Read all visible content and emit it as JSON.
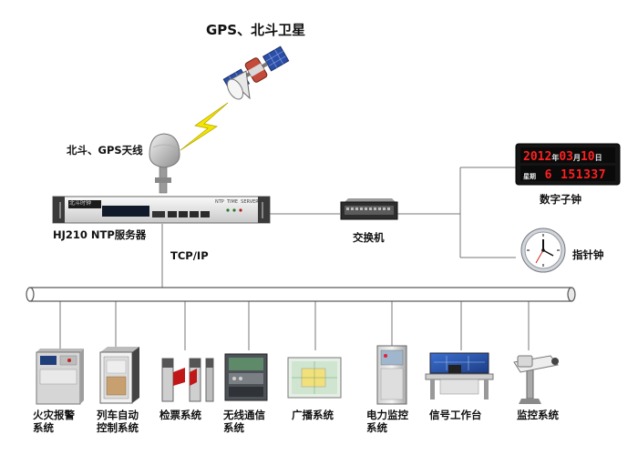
{
  "labels": {
    "satellite": "GPS、北斗卫星",
    "antenna": "北斗、GPS天线",
    "server": "HJ210 NTP服务器",
    "protocol": "TCP/IP",
    "switch": "交换机",
    "digital_clock": "数字子钟",
    "analog_clock": "指针钟"
  },
  "clock_display": {
    "date_digits": [
      "2012",
      "03",
      "10"
    ],
    "date_units": [
      "年",
      "月",
      "日"
    ],
    "weekday_label": "星期",
    "weekday_digit": "6",
    "time": "151337"
  },
  "server_panel": {
    "brand": "北斗时钟",
    "text": "NTP  TIME  SERVER"
  },
  "subsystems": [
    {
      "line1": "火灾报警",
      "line2": "系统"
    },
    {
      "line1": "列车自动",
      "line2": "控制系统"
    },
    {
      "line1": "检票系统",
      "line2": ""
    },
    {
      "line1": "无线通信",
      "line2": "系统"
    },
    {
      "line1": "广播系统",
      "line2": ""
    },
    {
      "line1": "电力监控",
      "line2": "系统"
    },
    {
      "line1": "信号工作台",
      "line2": ""
    },
    {
      "line1": "监控系统",
      "line2": ""
    }
  ],
  "colors": {
    "led_red": "#ff2020",
    "clock_body": "#151515",
    "lightning": "#f2e600",
    "bus_fill": "#ffffff",
    "line": "#777777"
  }
}
